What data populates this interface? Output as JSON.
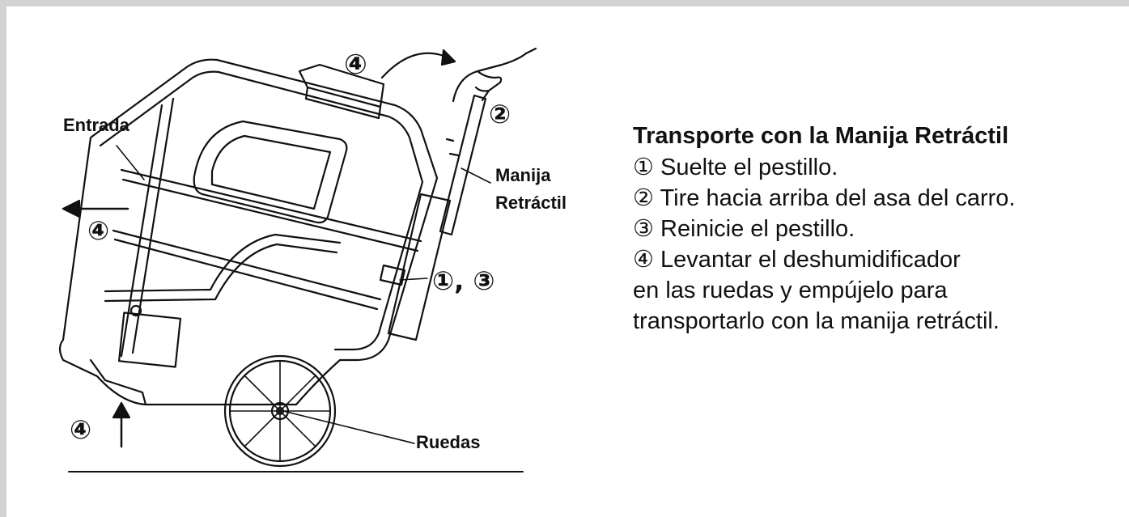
{
  "labels": {
    "inlet": "Entrada",
    "handle_line1": "Manija",
    "handle_line2": "Retráctil",
    "wheels": "Ruedas"
  },
  "markers": {
    "top_step": "④",
    "handle_step": "②",
    "inlet_step": "④",
    "latch_steps": "①, ③",
    "lift_step": "④"
  },
  "instructions": {
    "title": "Transporte con la Manija Retráctil",
    "steps": [
      "① Suelte el pestillo.",
      "② Tire hacia arriba del asa del carro.",
      "③ Reinicie el pestillo.",
      "④ Levantar el deshumidificador",
      "en las ruedas y empújelo para",
      "transportarlo con la manija retráctil."
    ]
  },
  "colors": {
    "ink": "#111111",
    "frame": "#d3d3d3"
  }
}
